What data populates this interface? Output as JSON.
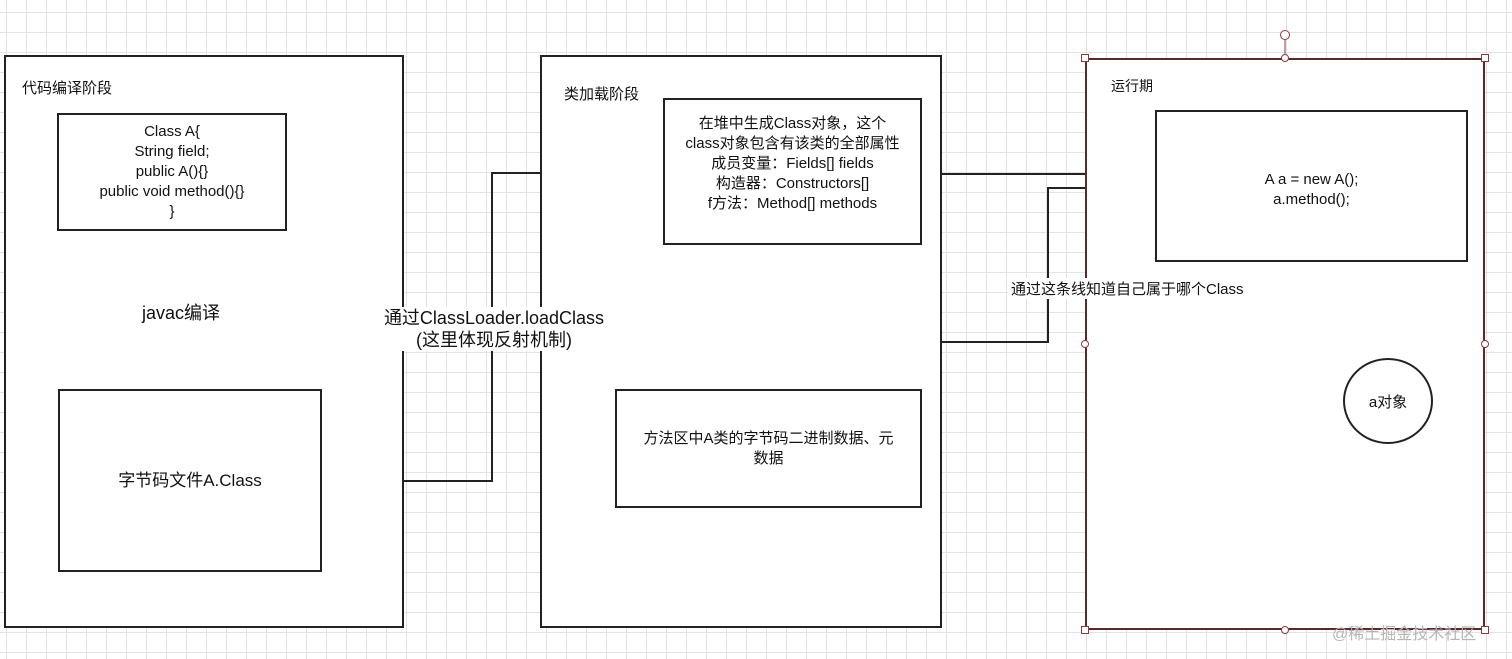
{
  "compile_stage": {
    "title": "代码编译阶段",
    "code_lines": [
      "Class A{",
      "String field;",
      "public A(){}",
      "public void method(){}",
      "}"
    ],
    "compile_label": "javac编译",
    "bytecode_file": "字节码文件A.Class"
  },
  "classload_stage": {
    "title": "类加载阶段",
    "heap_lines": [
      "在堆中生成Class对象，这个",
      "class对象包含有该类的全部属性",
      "成员变量：Fields[] fields",
      "构造器：Constructors[]",
      "f方法：Method[] methods"
    ],
    "method_area_lines": [
      "方法区中A类的字节码二进制数据、元",
      "数据"
    ]
  },
  "loader_label": {
    "line1": "通过ClassLoader.loadClass",
    "line2": "(这里体现反射机制)"
  },
  "runtime_stage": {
    "title": "运行期",
    "code_lines": [
      "A a = new A();",
      "a.method();"
    ],
    "object_label": "a对象"
  },
  "link_label": "通过这条线知道自己属于哪个Class",
  "watermark": "@稀土掘金技术社区"
}
